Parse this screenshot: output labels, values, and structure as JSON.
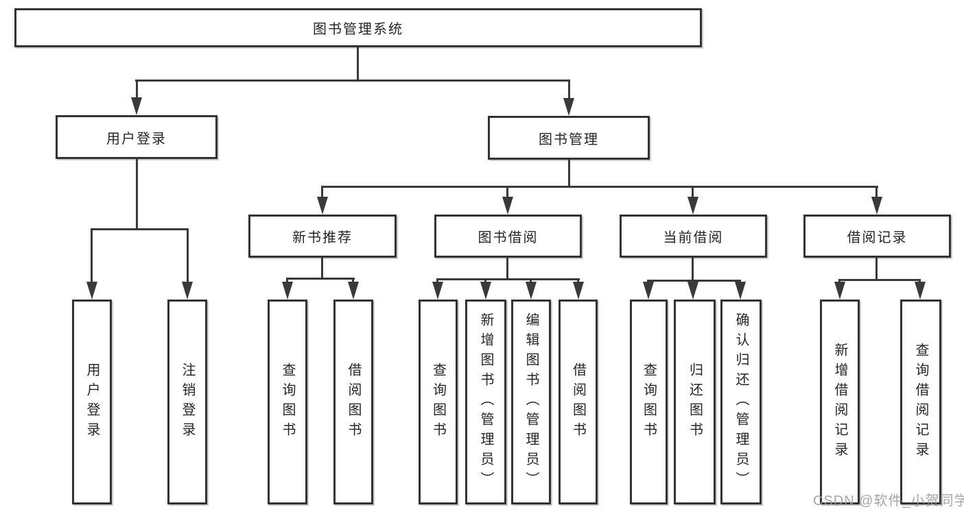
{
  "tree": {
    "label": "图书管理系统",
    "children": [
      {
        "label": "用户登录",
        "children": [
          {
            "label": "用户登录"
          },
          {
            "label": "注销登录"
          }
        ]
      },
      {
        "label": "图书管理",
        "children": [
          {
            "label": "新书推荐",
            "children": [
              {
                "label": "查询图书"
              },
              {
                "label": "借阅图书"
              }
            ]
          },
          {
            "label": "图书借阅",
            "children": [
              {
                "label": "查询图书"
              },
              {
                "label": "新增图书（管理员）"
              },
              {
                "label": "编辑图书（管理员）"
              },
              {
                "label": "借阅图书"
              }
            ]
          },
          {
            "label": "当前借阅",
            "children": [
              {
                "label": "查询图书"
              },
              {
                "label": "归还图书"
              },
              {
                "label": "确认归还（管理员）"
              }
            ]
          },
          {
            "label": "借阅记录",
            "children": [
              {
                "label": "新增借阅记录"
              },
              {
                "label": "查询借阅记录"
              }
            ]
          }
        ]
      }
    ]
  },
  "watermark": {
    "text": "CSDN @软件_小贺同学"
  },
  "colors": {
    "background": "#ffffff",
    "box_border": "#333333",
    "connector_line": "#3a3a3a",
    "text": "#262626",
    "watermark_text": "#9b9b9b"
  }
}
